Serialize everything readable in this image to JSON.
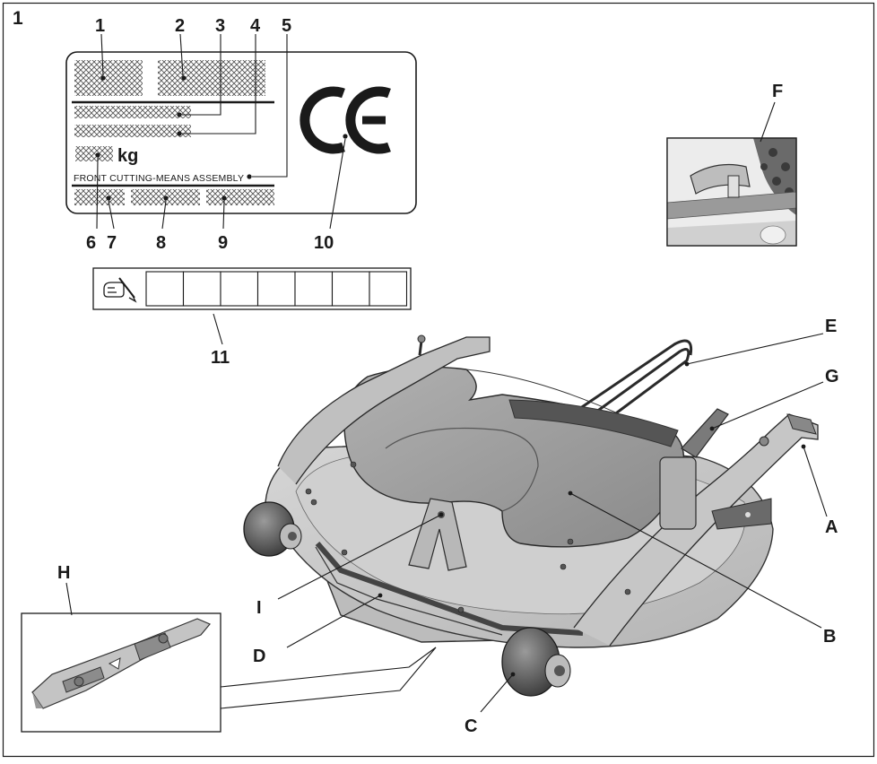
{
  "figure_number": "1",
  "plate": {
    "callouts": [
      "1",
      "2",
      "3",
      "4",
      "5",
      "6",
      "7",
      "8",
      "9",
      "10"
    ],
    "weight_unit": "kg",
    "assembly_text": "Front cutting-means assembly",
    "ce_mark": "CE"
  },
  "serial_box": {
    "callout": "11",
    "icon": "writing-hand-icon",
    "cell_count": 7
  },
  "parts": {
    "A": "A",
    "B": "B",
    "C": "C",
    "D": "D",
    "E": "E",
    "F": "F",
    "G": "G",
    "H": "H",
    "I": "I"
  },
  "colors": {
    "deck": "#c8c8c8",
    "cover": "#9c9c9c",
    "dark": "#4a4a4a",
    "line": "#1a1a1a",
    "hatch": "#555555"
  }
}
